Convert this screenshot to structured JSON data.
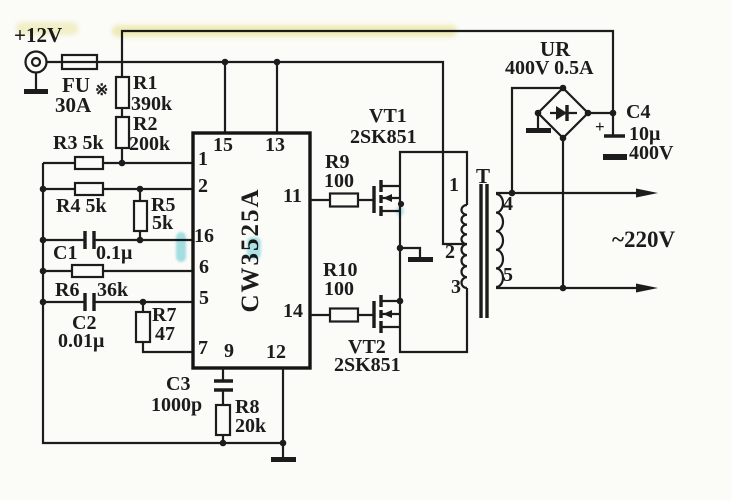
{
  "power": {
    "input_voltage": "+12V",
    "fuse_ref": "FU",
    "fuse_value": "30A",
    "note_mark": "※"
  },
  "ic": {
    "part": "CW3525A",
    "pins": {
      "p1": "1",
      "p2": "2",
      "p5": "5",
      "p6": "6",
      "p7": "7",
      "p9": "9",
      "p11": "11",
      "p12": "12",
      "p13": "13",
      "p14": "14",
      "p15": "15",
      "p16": "16"
    }
  },
  "resistors": {
    "r1": {
      "ref": "R1",
      "value": "390k"
    },
    "r2": {
      "ref": "R2",
      "value": "200k"
    },
    "r3": {
      "label": "R3 5k"
    },
    "r4": {
      "label": "R4 5k"
    },
    "r5": {
      "ref": "R5",
      "value": "5k"
    },
    "r6": {
      "ref": "R6",
      "value": "36k"
    },
    "r7": {
      "ref": "R7",
      "value": "47"
    },
    "r8": {
      "ref": "R8",
      "value": "20k"
    },
    "r9": {
      "ref": "R9",
      "value": "100"
    },
    "r10": {
      "ref": "R10",
      "value": "100"
    }
  },
  "capacitors": {
    "c1": {
      "ref": "C1",
      "value": "0.1μ"
    },
    "c2": {
      "ref": "C2",
      "value": "0.01μ"
    },
    "c3": {
      "ref": "C3",
      "value": "1000p"
    },
    "c4": {
      "ref": "C4",
      "value": "10μ",
      "rating": "400V",
      "polarity": "+"
    }
  },
  "transistors": {
    "vt1": {
      "ref": "VT1",
      "part": "2SK851"
    },
    "vt2": {
      "ref": "VT2",
      "part": "2SK851"
    }
  },
  "transformer": {
    "ref": "T",
    "tap1": "1",
    "tap2": "2",
    "tap3": "3",
    "tap4": "4",
    "tap5": "5"
  },
  "rectifier": {
    "ref": "UR",
    "rating": "400V 0.5A"
  },
  "output": {
    "voltage": "~220V"
  },
  "colors": {
    "ink": "#1c1c1c",
    "paper": "#fbfbf8",
    "highlight_yellow": "#ded65a",
    "highlight_cyan": "#3cbecd"
  }
}
